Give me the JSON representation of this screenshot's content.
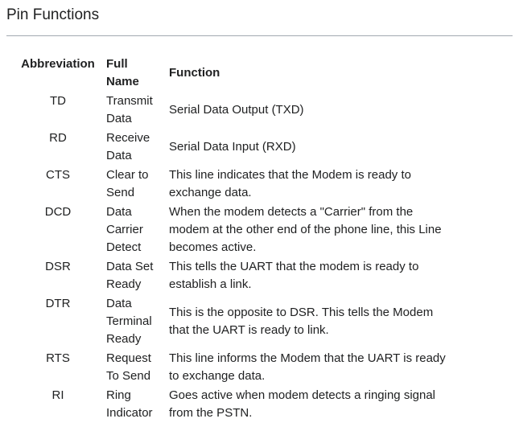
{
  "page": {
    "title": "Pin Functions"
  },
  "colors": {
    "text": "#202122",
    "divider": "#a2a9b1",
    "background": "#ffffff"
  },
  "table": {
    "headers": [
      "Abbreviation",
      "Full\nName",
      "Function"
    ],
    "rows": [
      {
        "abbr": "TD",
        "full": "Transmit\nData",
        "func": "Serial Data Output (TXD)"
      },
      {
        "abbr": "RD",
        "full": "Receive\nData",
        "func": "Serial Data Input (RXD)"
      },
      {
        "abbr": "CTS",
        "full": "Clear to\nSend",
        "func": "This line indicates that the Modem is ready to\nexchange data."
      },
      {
        "abbr": "DCD",
        "full": "Data\nCarrier\nDetect",
        "func": "When the modem detects a \"Carrier\" from the\nmodem at the other end of the phone line, this Line\nbecomes active."
      },
      {
        "abbr": "DSR",
        "full": "Data Set\nReady",
        "func": "This tells the UART that the modem is ready to\nestablish a link."
      },
      {
        "abbr": "DTR",
        "full": "Data\nTerminal\nReady",
        "func": "This is the opposite to DSR. This tells the Modem\nthat the UART is ready to link."
      },
      {
        "abbr": "RTS",
        "full": "Request\nTo Send",
        "func": "This line informs the Modem that the UART is ready\nto exchange data."
      },
      {
        "abbr": "RI",
        "full": "Ring\nIndicator",
        "func": "Goes active when modem detects a ringing signal\nfrom the PSTN."
      }
    ]
  }
}
